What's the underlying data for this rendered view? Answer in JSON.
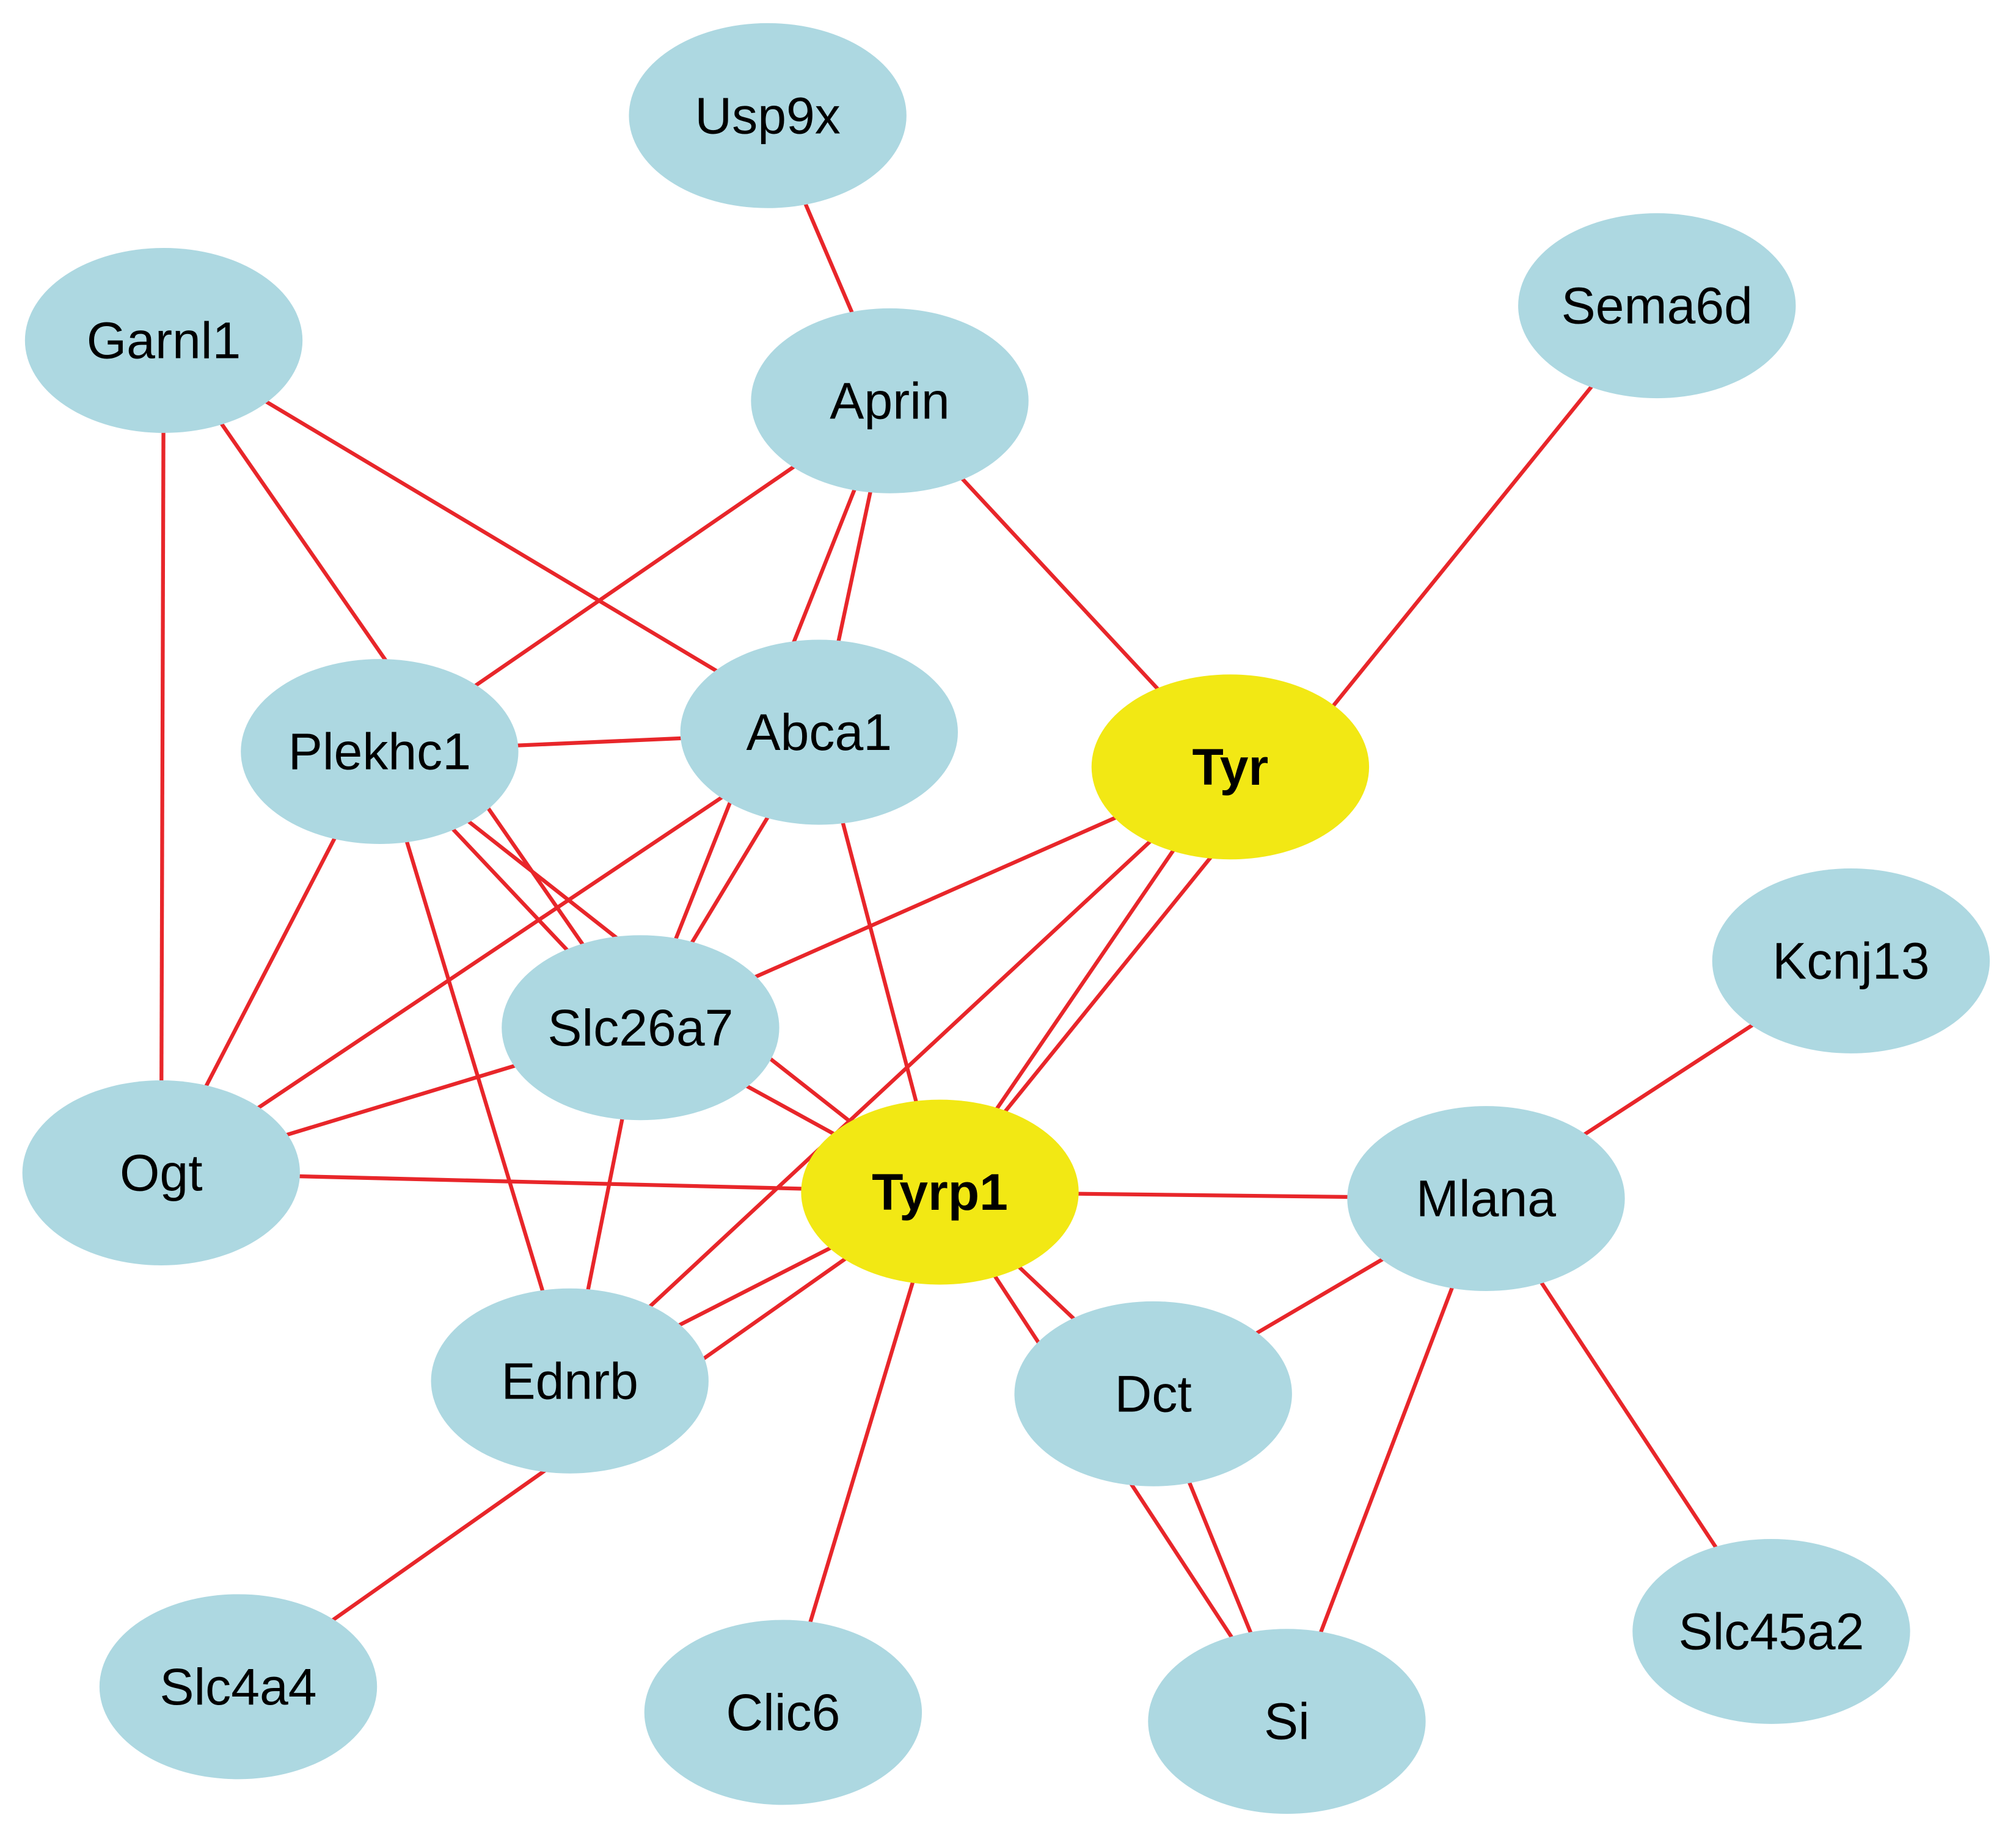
{
  "graph": {
    "colors": {
      "node": "#add8e1",
      "highlight": "#f2e814",
      "edge": "#e8262a"
    },
    "nodes": [
      {
        "id": "Usp9x",
        "label": "Usp9x",
        "highlight": false
      },
      {
        "id": "Garnl1",
        "label": "Garnl1",
        "highlight": false
      },
      {
        "id": "Aprin",
        "label": "Aprin",
        "highlight": false
      },
      {
        "id": "Sema6d",
        "label": "Sema6d",
        "highlight": false
      },
      {
        "id": "Plekhc1",
        "label": "Plekhc1",
        "highlight": false
      },
      {
        "id": "Abca1",
        "label": "Abca1",
        "highlight": false
      },
      {
        "id": "Tyr",
        "label": "Tyr",
        "highlight": true
      },
      {
        "id": "Kcnj13",
        "label": "Kcnj13",
        "highlight": false
      },
      {
        "id": "Slc26a7",
        "label": "Slc26a7",
        "highlight": false
      },
      {
        "id": "Ogt",
        "label": "Ogt",
        "highlight": false
      },
      {
        "id": "Tyrp1",
        "label": "Tyrp1",
        "highlight": true
      },
      {
        "id": "Mlana",
        "label": "Mlana",
        "highlight": false
      },
      {
        "id": "Ednrb",
        "label": "Ednrb",
        "highlight": false
      },
      {
        "id": "Dct",
        "label": "Dct",
        "highlight": false
      },
      {
        "id": "Slc4a4",
        "label": "Slc4a4",
        "highlight": false
      },
      {
        "id": "Clic6",
        "label": "Clic6",
        "highlight": false
      },
      {
        "id": "Si",
        "label": "Si",
        "highlight": false
      },
      {
        "id": "Slc45a2",
        "label": "Slc45a2",
        "highlight": false
      }
    ],
    "edges": [
      [
        "Usp9x",
        "Aprin"
      ],
      [
        "Aprin",
        "Plekhc1"
      ],
      [
        "Aprin",
        "Slc26a7"
      ],
      [
        "Aprin",
        "Abca1"
      ],
      [
        "Aprin",
        "Tyr"
      ],
      [
        "Garnl1",
        "Ogt"
      ],
      [
        "Garnl1",
        "Abca1"
      ],
      [
        "Garnl1",
        "Slc26a7"
      ],
      [
        "Sema6d",
        "Tyrp1"
      ],
      [
        "Plekhc1",
        "Abca1"
      ],
      [
        "Plekhc1",
        "Ogt"
      ],
      [
        "Plekhc1",
        "Ednrb"
      ],
      [
        "Plekhc1",
        "Slc26a7"
      ],
      [
        "Plekhc1",
        "Tyrp1"
      ],
      [
        "Abca1",
        "Ogt"
      ],
      [
        "Abca1",
        "Slc26a7"
      ],
      [
        "Abca1",
        "Tyrp1"
      ],
      [
        "Tyr",
        "Slc26a7"
      ],
      [
        "Tyr",
        "Ednrb"
      ],
      [
        "Tyr",
        "Tyrp1"
      ],
      [
        "Slc26a7",
        "Ogt"
      ],
      [
        "Slc26a7",
        "Ednrb"
      ],
      [
        "Slc26a7",
        "Tyrp1"
      ],
      [
        "Ogt",
        "Tyrp1"
      ],
      [
        "Tyrp1",
        "Mlana"
      ],
      [
        "Tyrp1",
        "Ednrb"
      ],
      [
        "Tyrp1",
        "Dct"
      ],
      [
        "Tyrp1",
        "Slc4a4"
      ],
      [
        "Tyrp1",
        "Clic6"
      ],
      [
        "Tyrp1",
        "Si"
      ],
      [
        "Kcnj13",
        "Mlana"
      ],
      [
        "Mlana",
        "Dct"
      ],
      [
        "Mlana",
        "Si"
      ],
      [
        "Mlana",
        "Slc45a2"
      ],
      [
        "Dct",
        "Si"
      ]
    ]
  }
}
